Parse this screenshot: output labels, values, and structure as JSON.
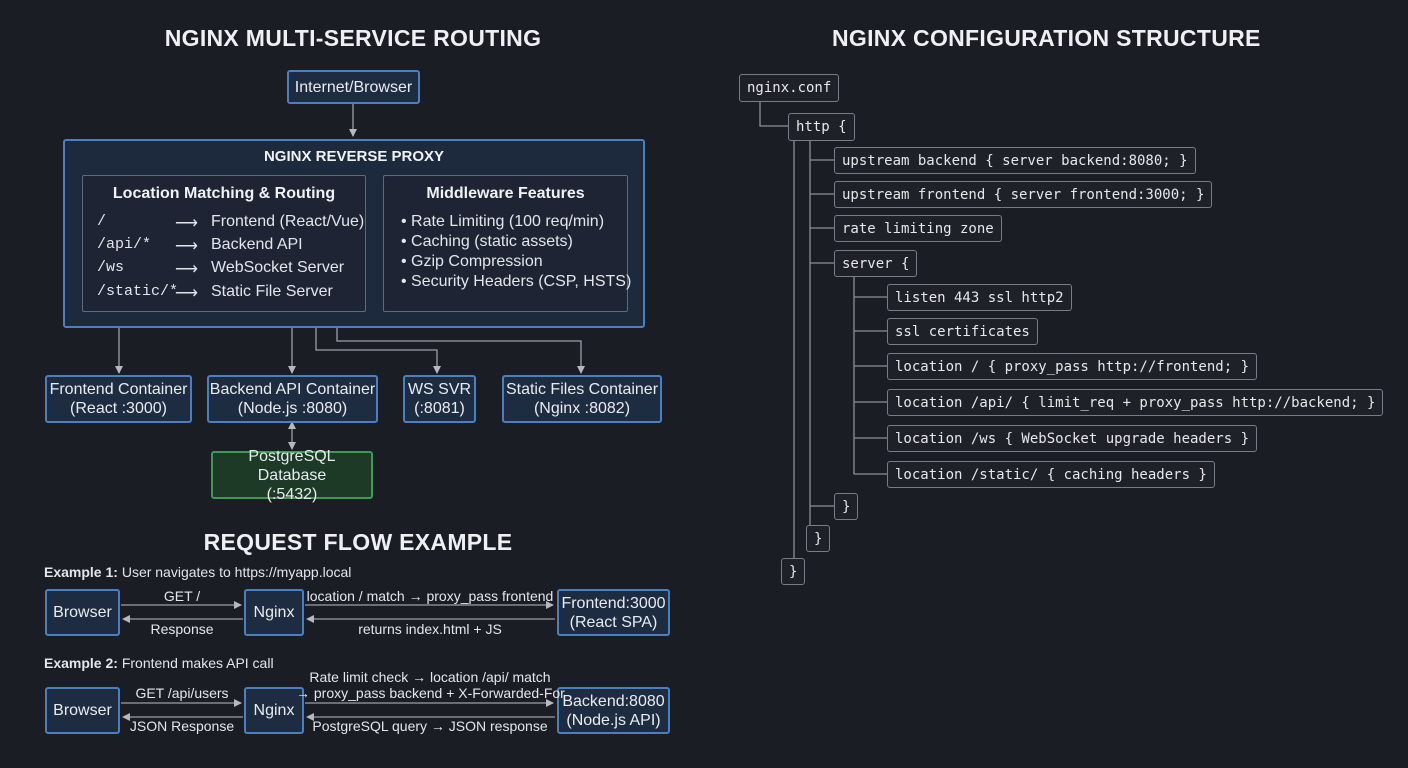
{
  "left_title": "NGINX MULTI-SERVICE ROUTING",
  "right_title": "NGINX CONFIGURATION STRUCTURE",
  "flow_title": "REQUEST FLOW EXAMPLE",
  "internet": "Internet/Browser",
  "proxy": {
    "title": "NGINX REVERSE PROXY",
    "routing_title": "Location Matching & Routing",
    "routes": [
      {
        "path": "/",
        "arrow": "⟶",
        "target": "Frontend (React/Vue)"
      },
      {
        "path": "/api/*",
        "arrow": "⟶",
        "target": "Backend API"
      },
      {
        "path": "/ws",
        "arrow": "⟶",
        "target": "WebSocket Server"
      },
      {
        "path": "/static/*",
        "arrow": "⟶",
        "target": "Static File Server"
      }
    ],
    "middleware_title": "Middleware Features",
    "features": [
      "• Rate Limiting (100 req/min)",
      "• Caching (static assets)",
      "• Gzip Compression",
      "• Security Headers (CSP, HSTS)"
    ]
  },
  "containers": {
    "frontend": [
      "Frontend Container",
      "(React :3000)"
    ],
    "backend": [
      "Backend API Container",
      "(Node.js :8080)"
    ],
    "ws": [
      "WS SVR",
      "(:8081)"
    ],
    "static": [
      "Static Files Container",
      "(Nginx :8082)"
    ],
    "db": [
      "PostgreSQL Database",
      "(:5432)"
    ]
  },
  "example1": {
    "label_bold": "Example 1:",
    "label_text": " User navigates to https://myapp.local",
    "browser": "Browser",
    "nginx": "Nginx",
    "target": [
      "Frontend:3000",
      "(React SPA)"
    ],
    "req1": "GET /",
    "resp1": "Response",
    "req2": "location / match → proxy_pass frontend",
    "resp2": "returns index.html + JS"
  },
  "example2": {
    "label_bold": "Example 2:",
    "label_text": " Frontend makes API call",
    "browser": "Browser",
    "nginx": "Nginx",
    "target": [
      "Backend:8080",
      "(Node.js API)"
    ],
    "req1": "GET /api/users",
    "resp1": "JSON Response",
    "req2_line1": "Rate limit check → location /api/ match",
    "req2_line2": "→ proxy_pass backend + X-Forwarded-For",
    "resp2": "PostgreSQL query → JSON response"
  },
  "config": {
    "root": "nginx.conf",
    "http": "http {",
    "upstream_backend": "upstream backend { server backend:8080; }",
    "upstream_frontend": "upstream frontend { server frontend:3000; }",
    "rate_zone": "rate limiting zone",
    "server": "server {",
    "listen": "listen 443 ssl http2",
    "ssl": "ssl certificates",
    "loc_root": "location / { proxy_pass http://frontend; }",
    "loc_api": "location /api/ { limit_req + proxy_pass http://backend; }",
    "loc_ws": "location /ws { WebSocket upgrade headers }",
    "loc_static": "location /static/ { caching headers }",
    "close_server": "}",
    "close_http": "}",
    "close_root": "}"
  },
  "colors": {
    "background": "#1a1d23",
    "box_border": "#4a7fc0",
    "box_fill": "#1e2c42",
    "db_border": "#3c9a55",
    "connector": "#9aa0a8"
  }
}
